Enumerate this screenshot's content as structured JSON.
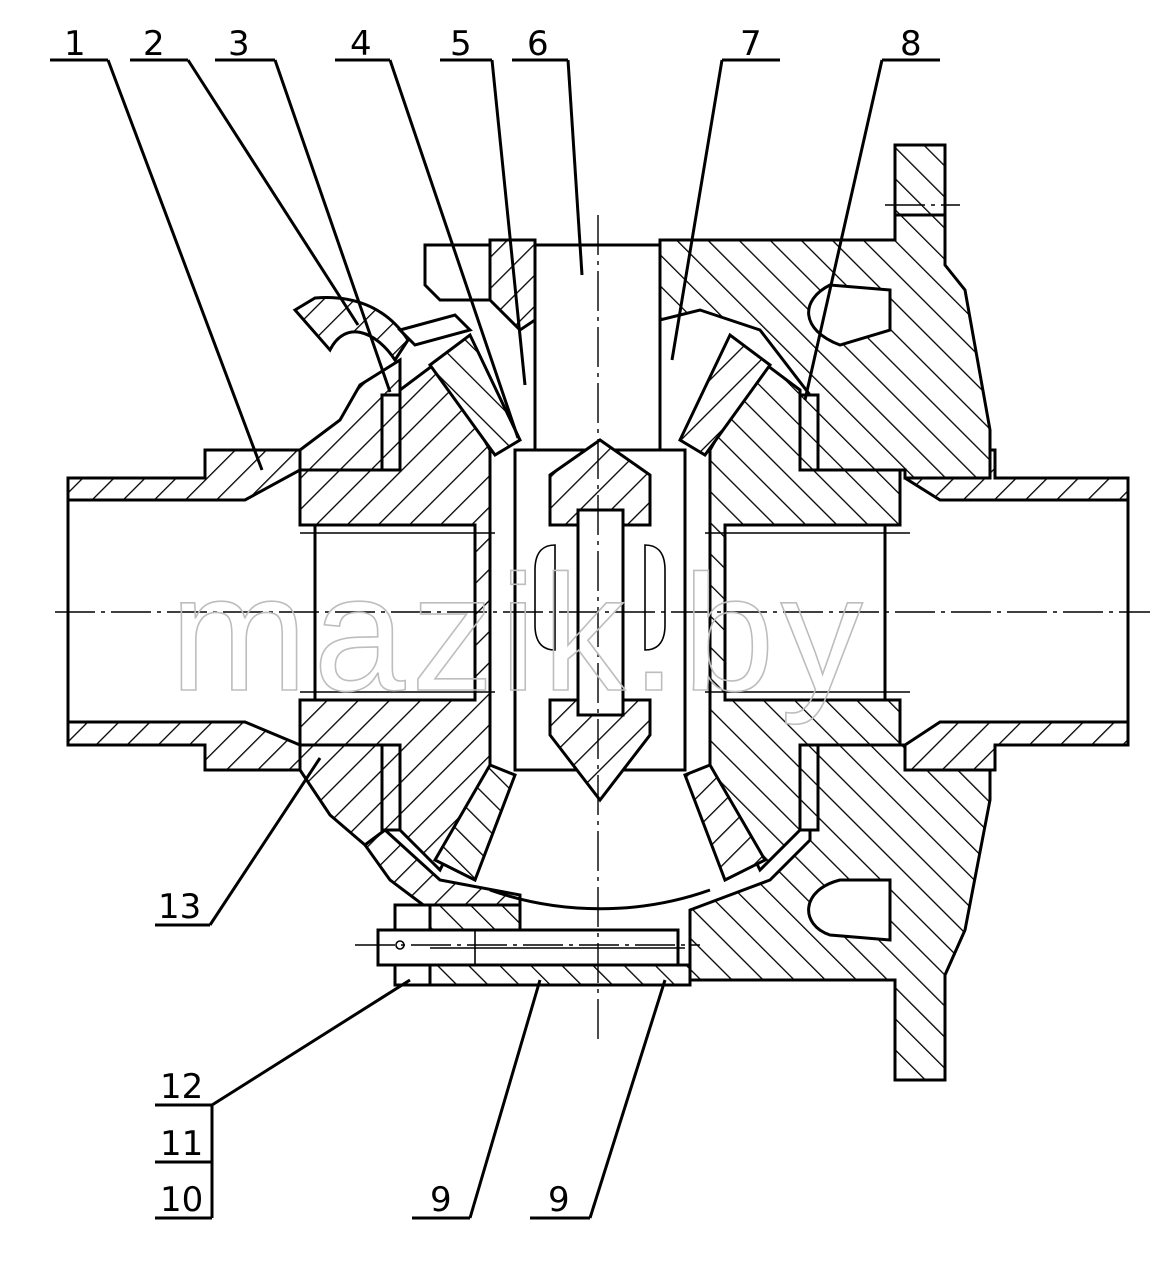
{
  "watermark": "mazik.by",
  "callouts": {
    "c1": "1",
    "c2": "2",
    "c3": "3",
    "c4": "4",
    "c5": "5",
    "c6": "6",
    "c7": "7",
    "c8": "8",
    "c9a": "9",
    "c9b": "9",
    "c10": "10",
    "c11": "11",
    "c12": "12",
    "c13": "13"
  }
}
